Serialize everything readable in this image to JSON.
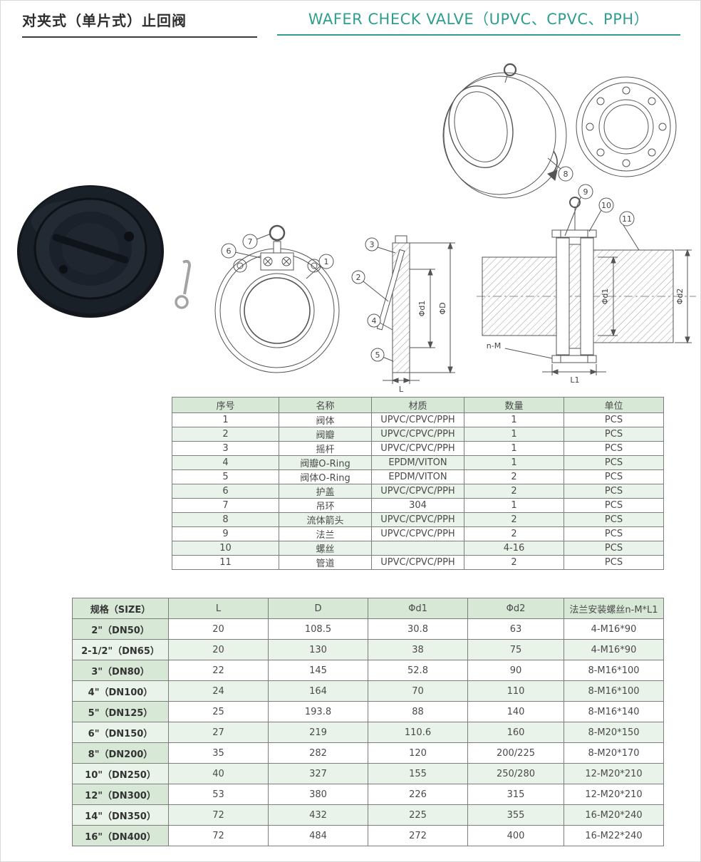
{
  "header": {
    "title_cn": "对夹式（单片式）止回阀",
    "title_en": "WAFER CHECK VALVE（UPVC、CPVC、PPH）"
  },
  "diagram": {
    "callouts": [
      "1",
      "2",
      "3",
      "4",
      "5",
      "6",
      "7",
      "8",
      "9",
      "10",
      "11"
    ],
    "dims": {
      "d1": "Φd1",
      "D": "ΦD",
      "L": "L",
      "d2": "Φd2",
      "L1": "L1",
      "nM": "n-M"
    }
  },
  "parts_table": {
    "headers": [
      "序号",
      "名称",
      "材质",
      "数量",
      "单位"
    ],
    "rows": [
      [
        "1",
        "阀体",
        "UPVC/CPVC/PPH",
        "1",
        "PCS"
      ],
      [
        "2",
        "阀瓣",
        "UPVC/CPVC/PPH",
        "1",
        "PCS"
      ],
      [
        "3",
        "摇杆",
        "UPVC/CPVC/PPH",
        "1",
        "PCS"
      ],
      [
        "4",
        "阀瓣O-Ring",
        "EPDM/VITON",
        "1",
        "PCS"
      ],
      [
        "5",
        "阀体O-Ring",
        "EPDM/VITON",
        "2",
        "PCS"
      ],
      [
        "6",
        "护盖",
        "UPVC/CPVC/PPH",
        "2",
        "PCS"
      ],
      [
        "7",
        "吊环",
        "304",
        "1",
        "PCS"
      ],
      [
        "8",
        "流体箭头",
        "UPVC/CPVC/PPH",
        "2",
        "PCS"
      ],
      [
        "9",
        "法兰",
        "UPVC/CPVC/PPH",
        "2",
        "PCS"
      ],
      [
        "10",
        "螺丝",
        "",
        "4-16",
        "PCS"
      ],
      [
        "11",
        "管道",
        "UPVC/CPVC/PPH",
        "2",
        "PCS"
      ]
    ]
  },
  "size_table": {
    "headers": [
      "规格（SIZE）",
      "L",
      "D",
      "Φd1",
      "Φd2",
      "法兰安装螺丝n-M*L1"
    ],
    "rows": [
      [
        "2\"（DN50）",
        "20",
        "108.5",
        "30.8",
        "63",
        "4-M16*90"
      ],
      [
        "2-1/2\"（DN65）",
        "20",
        "130",
        "38",
        "75",
        "4-M16*90"
      ],
      [
        "3\"（DN80）",
        "22",
        "145",
        "52.8",
        "90",
        "8-M16*100"
      ],
      [
        "4\"（DN100）",
        "24",
        "164",
        "70",
        "110",
        "8-M16*100"
      ],
      [
        "5\"（DN125）",
        "25",
        "193.8",
        "88",
        "140",
        "8-M16*140"
      ],
      [
        "6\"（DN150）",
        "27",
        "219",
        "110.6",
        "160",
        "8-M20*150"
      ],
      [
        "8\"（DN200）",
        "35",
        "282",
        "120",
        "200/225",
        "8-M20*170"
      ],
      [
        "10\"（DN250）",
        "40",
        "327",
        "155",
        "250/280",
        "12-M20*210"
      ],
      [
        "12\"（DN300）",
        "53",
        "380",
        "226",
        "315",
        "12-M20*210"
      ],
      [
        "14\"（DN350）",
        "72",
        "432",
        "225",
        "355",
        "16-M20*240"
      ],
      [
        "16\"（DN400）",
        "72",
        "484",
        "272",
        "400",
        "16-M22*240"
      ]
    ]
  },
  "colors": {
    "accent_teal": "#2f9e8f",
    "table_header_green": "#d7e8d7",
    "table_alt_green": "#e9f3e9"
  }
}
